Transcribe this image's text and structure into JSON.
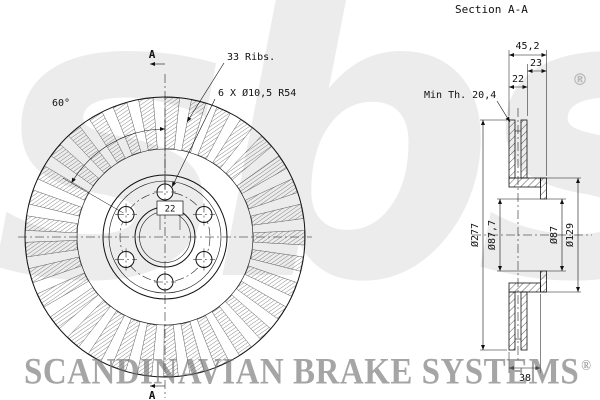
{
  "drawing": {
    "section_title": "Section A-A",
    "front": {
      "ribs_count": 33,
      "bolt_count": 6,
      "ribs_label": "33 Ribs.",
      "holes_label": "6 X Ø10,5  R54",
      "angle_label": "60°",
      "hub_dim": "22",
      "section_marker": "A"
    },
    "section": {
      "overall_width": "45,2",
      "hat_height": "23",
      "thickness": "22",
      "min_thickness": "Min Th. 20,4",
      "outer_diameter": "Ø277",
      "pilot_diameter": "Ø87,7",
      "bore_diameter": "Ø87",
      "flange_diameter": "Ø129",
      "hat_inner_depth": "38"
    }
  },
  "watermark": {
    "logo": "sbs",
    "registered": "®",
    "brand": "SCANDINAVIAN BRAKE SYSTEMS"
  },
  "colors": {
    "line": "#111111",
    "watermark_logo": "#e9e9e9",
    "brand_gray": "#8c8c8c"
  }
}
